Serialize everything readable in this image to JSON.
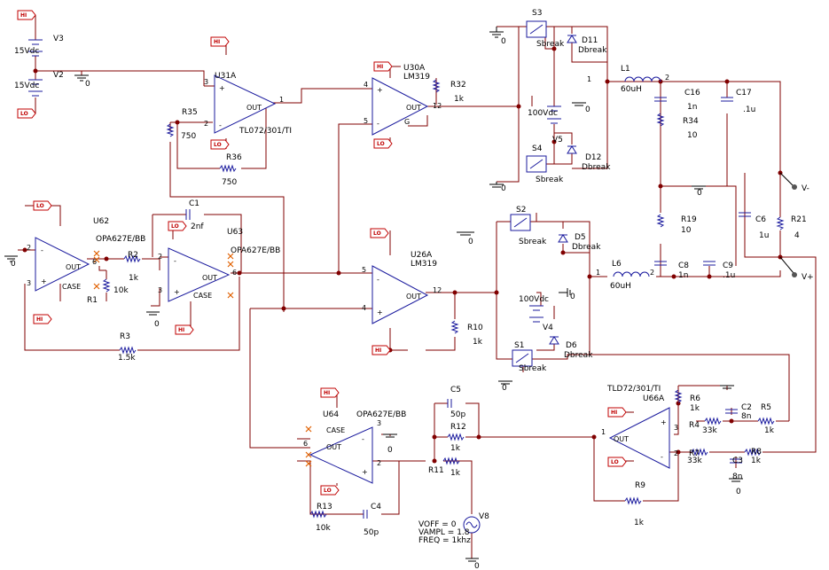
{
  "labels": {
    "hi": "HI",
    "lo": "LO"
  },
  "misc": {
    "zero": "0",
    "vminus": "V-",
    "vplus": "V+"
  },
  "pins": {
    "p1": "1",
    "p2": "2",
    "p3": "3",
    "p4": "4",
    "p5": "5",
    "p6": "6",
    "p12": "12"
  },
  "parts": {
    "v3": "V3",
    "v3_val": "15Vdc",
    "v2": "V2",
    "v2_val": "15Vdc",
    "u31a": "U31A",
    "u31a_type": "TL072/301/TI",
    "r35": "R35",
    "r35_val": "750",
    "r36": "R36",
    "r36_val": "750",
    "u30a": "U30A",
    "u30a_type": "LM319",
    "r32": "R32",
    "r32_val": "1k",
    "s3": "S3",
    "s4": "S4",
    "s2": "S2",
    "s1": "S1",
    "sbreak": "Sbreak",
    "d11": "D11",
    "d12": "D12",
    "d5": "D5",
    "d6": "D6",
    "dbreak": "Dbreak",
    "v5": "V5",
    "v5_val": "100Vdc",
    "v4": "V4",
    "v4_val": "100Vdc",
    "l1": "L1",
    "l1_val": "60uH",
    "l6": "L6",
    "l6_val": "60uH",
    "c16": "C16",
    "c16_val": "1n",
    "c17": "C17",
    "c17_val": ".1u",
    "r34": "R34",
    "r34_val": "10",
    "r19": "R19",
    "r19_val": "10",
    "c6": "C6",
    "c6_val": "1u",
    "r21": "R21",
    "r21_val": "4",
    "c8": "C8",
    "c8_val": "1n",
    "c9": "C9",
    "c9_val": ".1u",
    "u26a": "U26A",
    "u26a_type": "LM319",
    "r10": "R10",
    "r10_val": "1k",
    "u62": "U62",
    "u62_type": "OPA627E/BB",
    "u63": "U63",
    "u63_type": "OPA627E/BB",
    "r2": "R2",
    "r2_val": "1k",
    "r1": "R1",
    "r1_val": "10k",
    "r3": "R3",
    "r3_val": "1.5k",
    "c1": "C1",
    "c1_val": "2nf",
    "u64": "U64",
    "u64_type": "OPA627E/BB",
    "r13": "R13",
    "r13_val": "10k",
    "c4": "C4",
    "c4_val": "50p",
    "c5": "C5",
    "c5_val": "50p",
    "r12": "R12",
    "r12_val": "1k",
    "r11": "R11",
    "r11_val": "1k",
    "v8": "V8",
    "v8_voff": "VOFF = 0",
    "v8_vampl": "VAMPL = 1.8",
    "v8_freq": "FREQ = 1khz",
    "u66a": "U66A",
    "u66a_type": "TLD72/301/TI",
    "r6": "R6",
    "r6_val": "1k",
    "c2": "C2",
    "c2_val": "8n",
    "r5": "R5",
    "r5_val": "1k",
    "r4": "R4",
    "r4_val": "33k",
    "r7": "R7",
    "r7_val": "33k",
    "c3": "C3",
    "c3_val": "8n",
    "r8": "R8",
    "r8_val": "1k",
    "r9": "R9",
    "r9_val": "1k"
  }
}
